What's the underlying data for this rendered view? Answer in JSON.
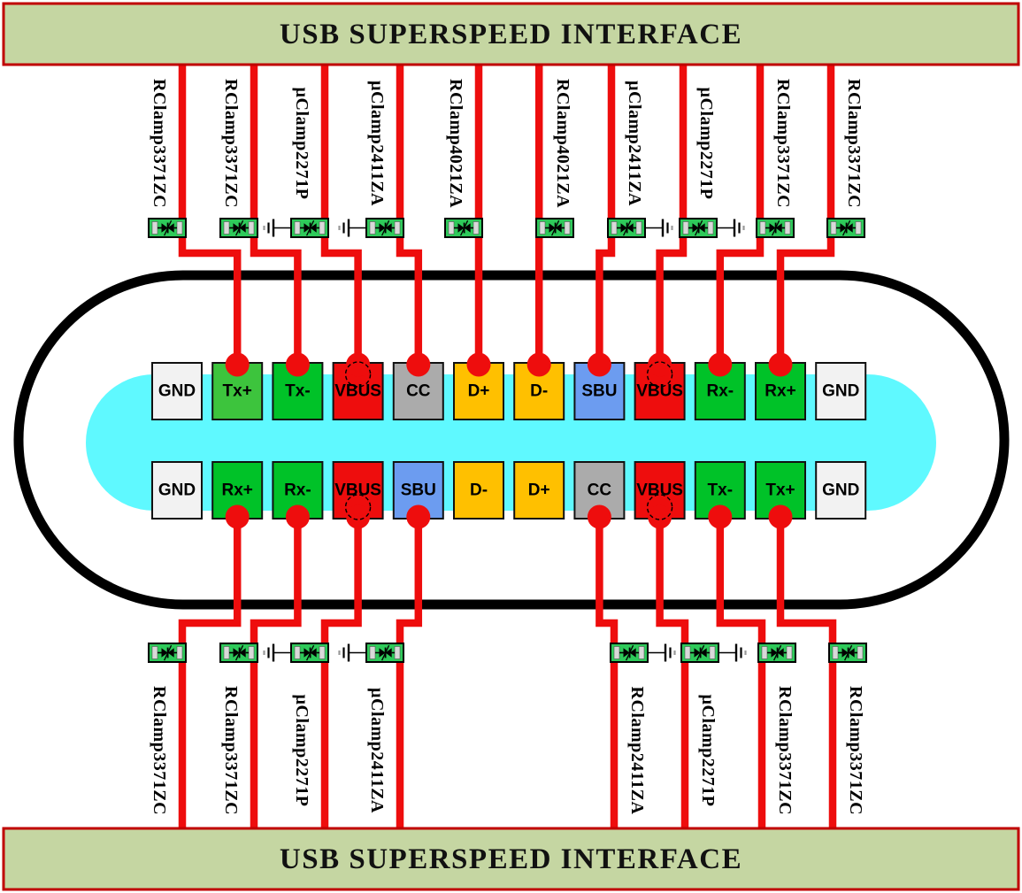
{
  "banners": {
    "top": "USB SUPERSPEED INTERFACE",
    "bottom": "USB SUPERSPEED INTERFACE"
  },
  "colors": {
    "banner_bg": "#C5D6A2",
    "banner_border": "#C00000",
    "wire_red": "#EE0D0D",
    "outline_black": "#000000",
    "tongue_cyan": "#5FF9FF",
    "pin_gnd": "#F2F2F2",
    "pin_green": "#00C228",
    "pin_green_light": "#3DC43D",
    "pin_red": "#EE0D0D",
    "pin_gray": "#ABABAB",
    "pin_orange": "#FFC000",
    "pin_blue": "#6C9CF0",
    "device_green": "#2ECA5A",
    "device_cap": "#D9D9D9"
  },
  "connector": {
    "top_row": [
      {
        "label": "GND",
        "color": "pin_gnd",
        "connected": false,
        "dashed": false
      },
      {
        "label": "Tx+",
        "color": "pin_green_light",
        "connected": true,
        "dashed": false
      },
      {
        "label": "Tx-",
        "color": "pin_green",
        "connected": true,
        "dashed": false
      },
      {
        "label": "VBUS",
        "color": "pin_red",
        "connected": true,
        "dashed": true
      },
      {
        "label": "CC",
        "color": "pin_gray",
        "connected": true,
        "dashed": false
      },
      {
        "label": "D+",
        "color": "pin_orange",
        "connected": true,
        "dashed": false
      },
      {
        "label": "D-",
        "color": "pin_orange",
        "connected": true,
        "dashed": false
      },
      {
        "label": "SBU",
        "color": "pin_blue",
        "connected": true,
        "dashed": false
      },
      {
        "label": "VBUS",
        "color": "pin_red",
        "connected": true,
        "dashed": true
      },
      {
        "label": "Rx-",
        "color": "pin_green",
        "connected": true,
        "dashed": false
      },
      {
        "label": "Rx+",
        "color": "pin_green",
        "connected": true,
        "dashed": false
      },
      {
        "label": "GND",
        "color": "pin_gnd",
        "connected": false,
        "dashed": false
      }
    ],
    "bottom_row": [
      {
        "label": "GND",
        "color": "pin_gnd",
        "connected": false,
        "dashed": false
      },
      {
        "label": "Rx+",
        "color": "pin_green",
        "connected": true,
        "dashed": false
      },
      {
        "label": "Rx-",
        "color": "pin_green",
        "connected": true,
        "dashed": false
      },
      {
        "label": "VBUS",
        "color": "pin_red",
        "connected": true,
        "dashed": true
      },
      {
        "label": "SBU",
        "color": "pin_blue",
        "connected": true,
        "dashed": false
      },
      {
        "label": "D-",
        "color": "pin_orange",
        "connected": false,
        "dashed": false
      },
      {
        "label": "D+",
        "color": "pin_orange",
        "connected": false,
        "dashed": false
      },
      {
        "label": "CC",
        "color": "pin_gray",
        "connected": true,
        "dashed": false
      },
      {
        "label": "VBUS",
        "color": "pin_red",
        "connected": true,
        "dashed": true
      },
      {
        "label": "Tx-",
        "color": "pin_green",
        "connected": true,
        "dashed": false
      },
      {
        "label": "Tx+",
        "color": "pin_green",
        "connected": true,
        "dashed": false
      },
      {
        "label": "GND",
        "color": "pin_gnd",
        "connected": false,
        "dashed": false
      }
    ]
  },
  "esd_devices": {
    "top": [
      {
        "part": "RClamp3371ZC",
        "pin": "Tx+",
        "ground": null
      },
      {
        "part": "RClamp3371ZC",
        "pin": "Tx-",
        "ground": null
      },
      {
        "part": "µClamp2271P",
        "pin": "VBUS",
        "ground": "left"
      },
      {
        "part": "µClamp2411ZA",
        "pin": "CC",
        "ground": "left"
      },
      {
        "part": "RClamp4021ZA",
        "pin": "D+",
        "ground": null
      },
      {
        "part": "RClamp4021ZA",
        "pin": "D-",
        "ground": null
      },
      {
        "part": "µClamp2411ZA",
        "pin": "SBU",
        "ground": "right"
      },
      {
        "part": "µClamp2271P",
        "pin": "VBUS",
        "ground": "right"
      },
      {
        "part": "RClamp3371ZC",
        "pin": "Rx-",
        "ground": null
      },
      {
        "part": "RClamp3371ZC",
        "pin": "Rx+",
        "ground": null
      }
    ],
    "bottom": [
      {
        "part": "RClamp3371ZC",
        "pin": "Rx+",
        "ground": null
      },
      {
        "part": "RClamp3371ZC",
        "pin": "Rx-",
        "ground": null
      },
      {
        "part": "µClamp2271P",
        "pin": "VBUS",
        "ground": "left"
      },
      {
        "part": "µClamp2411ZA",
        "pin": "SBU",
        "ground": "left"
      },
      {
        "part": "RClamp2411ZA",
        "pin": "CC",
        "ground": "right"
      },
      {
        "part": "µClamp2271P",
        "pin": "VBUS",
        "ground": "right"
      },
      {
        "part": "RClamp3371ZC",
        "pin": "Tx-",
        "ground": null
      },
      {
        "part": "RClamp3371ZC",
        "pin": "Tx+",
        "ground": null
      }
    ]
  }
}
